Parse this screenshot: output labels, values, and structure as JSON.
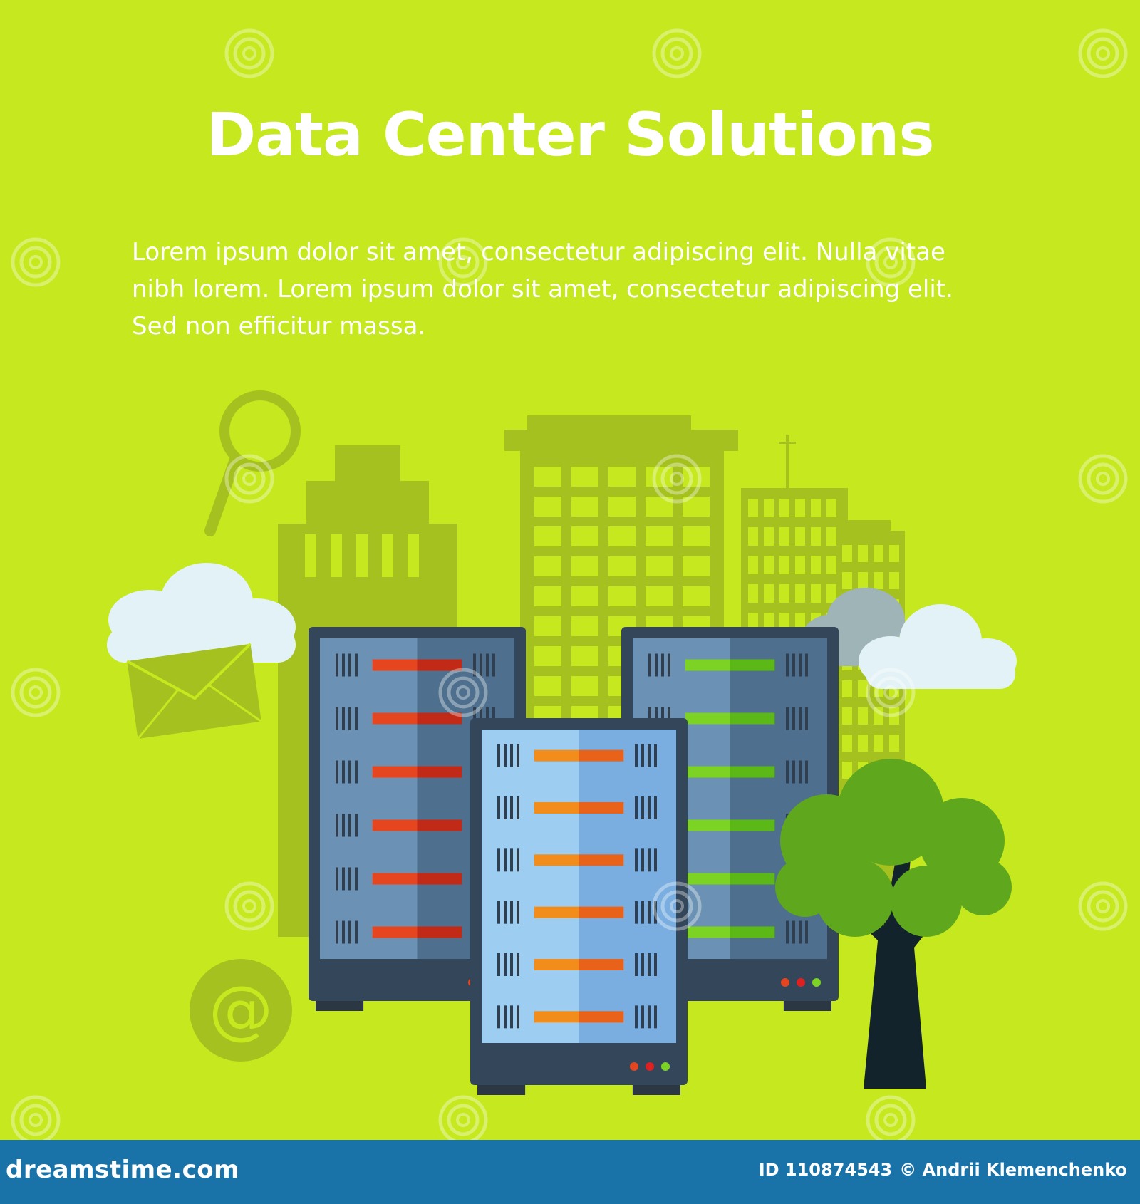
{
  "header": {
    "title": "Data Center Solutions"
  },
  "description": {
    "line1": "Lorem ipsum dolor sit amet, consectetur adipiscing elit. Nulla vitae",
    "line2": "nibh lorem. Lorem ipsum dolor sit amet, consectetur adipiscing elit.",
    "line3": "Sed non efficitur massa."
  },
  "footer": {
    "logo": "dreamstime.com",
    "image_id": "ID 110874543",
    "copyright": "© Andrii Klemenchenko"
  },
  "colors": {
    "background": "#c5e81f",
    "footer": "#1a73a8",
    "rack_left_led": "#e5451f",
    "rack_right_led": "#7dd323",
    "rack_front_led": "#f28c1a",
    "tree": "#5fa81d"
  },
  "icons": [
    "search-icon",
    "envelope-icon",
    "at-sign-icon",
    "cloud-icon",
    "tree-icon",
    "server-rack-icon",
    "building-icon"
  ]
}
